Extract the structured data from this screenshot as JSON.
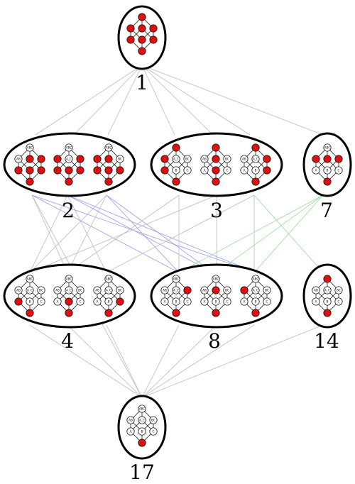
{
  "colors": {
    "filled": "#dd1111",
    "empty": "#ffffff",
    "edge_gray": "#bbbbbb",
    "edge_blue": "#9999ee",
    "edge_green": "#99dd99",
    "stroke": "#000000"
  },
  "lattice_labels": {
    "ABC": "ABC",
    "AB": "AB",
    "AC": "A_C",
    "BC": "BC",
    "A": "A",
    "B": "B",
    "C": "C"
  },
  "groups": [
    {
      "id": "g1",
      "label": "1",
      "members": [
        [
          "ABC",
          "AB",
          "AC",
          "BC",
          "A",
          "B",
          "C",
          "empty"
        ]
      ]
    },
    {
      "id": "g2",
      "label": "2",
      "members": [
        [
          "AC",
          "BC",
          "A",
          "B",
          "C",
          "empty"
        ],
        [
          "AB",
          "BC",
          "A",
          "B",
          "C",
          "empty"
        ],
        [
          "AB",
          "AC",
          "A",
          "B",
          "C",
          "empty"
        ]
      ]
    },
    {
      "id": "g3",
      "label": "3",
      "members": [
        [
          "ABC",
          "AB",
          "A",
          "empty"
        ],
        [
          "ABC",
          "AC",
          "B",
          "empty"
        ],
        [
          "ABC",
          "BC",
          "C",
          "empty"
        ]
      ]
    },
    {
      "id": "g7",
      "label": "7",
      "members": [
        [
          "AB",
          "AC",
          "BC",
          "empty"
        ]
      ]
    },
    {
      "id": "g4",
      "label": "4",
      "members": [
        [
          "A",
          "empty"
        ],
        [
          "B",
          "empty"
        ],
        [
          "C",
          "empty"
        ]
      ]
    },
    {
      "id": "g8",
      "label": "8",
      "members": [
        [
          "BC",
          "empty"
        ],
        [
          "AC",
          "empty"
        ],
        [
          "AB",
          "empty"
        ]
      ]
    },
    {
      "id": "g14",
      "label": "14",
      "members": [
        [
          "ABC",
          "empty"
        ]
      ]
    },
    {
      "id": "g17",
      "label": "17",
      "members": [
        [
          "empty"
        ]
      ]
    }
  ]
}
